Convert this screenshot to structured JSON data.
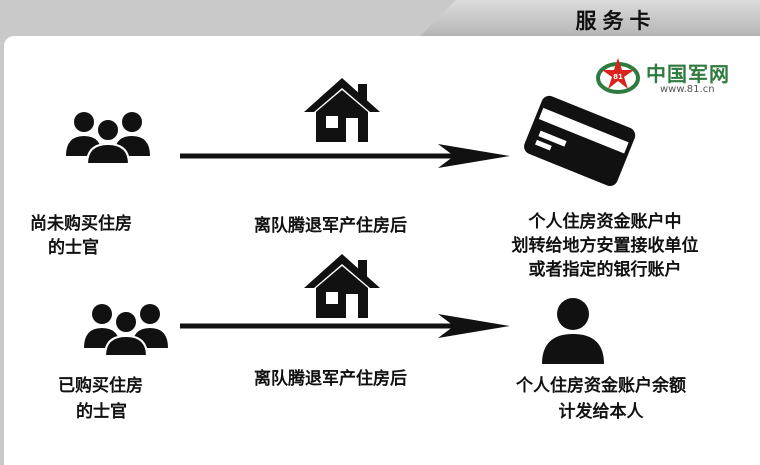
{
  "header": {
    "title": "服务卡"
  },
  "logo": {
    "name": "中国军网",
    "url": "www.81.cn"
  },
  "rows": [
    {
      "subject_line1": "尚未购买住房",
      "subject_line2": "的士官",
      "condition": "离队腾退军产住房后",
      "result_lines": [
        "个人住房资金账户中",
        "划转给地方安置接收单位",
        "或者指定的银行账户"
      ]
    },
    {
      "subject_line1": "已购买住房",
      "subject_line2": "的士官",
      "condition": "离队腾退军产住房后",
      "result_lines": [
        "个人住房资金账户余额",
        "计发给本人"
      ]
    }
  ],
  "colors": {
    "ink": "#111111",
    "logo_green": "#2f7a3e",
    "logo_red": "#d9231c",
    "header_bg": "#c9c9c9"
  }
}
